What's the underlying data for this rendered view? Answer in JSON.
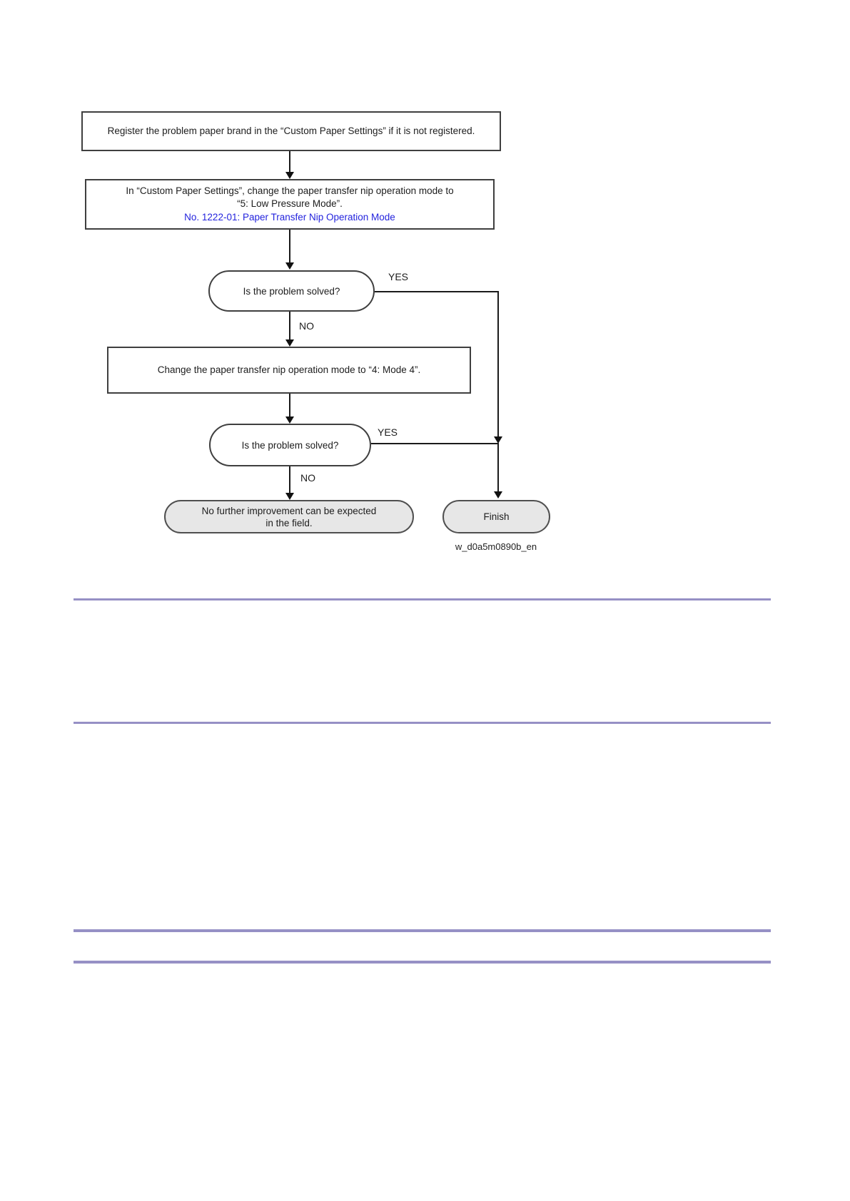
{
  "figure": {
    "caption": "w_d0a5m0890b_en",
    "nodes": {
      "register": {
        "text": "Register the problem paper brand in the “Custom Paper Settings” if it is not registered."
      },
      "change_mode5": {
        "line1": "In “Custom Paper Settings”, change the paper transfer nip operation mode to",
        "line2": "“5: Low Pressure Mode”.",
        "link": "No. 1222-01: Paper Transfer Nip Operation Mode"
      },
      "decision1": {
        "text": "Is the problem solved?"
      },
      "change_mode4": {
        "text": "Change the paper transfer nip operation mode to “4: Mode 4”."
      },
      "decision2": {
        "text": "Is the problem solved?"
      },
      "no_improvement": {
        "line1": "No further improvement can be expected",
        "line2": "in the field."
      },
      "finish": {
        "text": "Finish"
      }
    },
    "labels": {
      "yes1": "YES",
      "no1": "NO",
      "yes2": "YES",
      "no2": "NO"
    },
    "colors": {
      "link_blue": "#2323dd",
      "node_gray_fill": "#e7e7e7",
      "node_border": "#3f3f3f",
      "connector": "#1a1a1a",
      "divider_purple": "#9690c5"
    }
  }
}
